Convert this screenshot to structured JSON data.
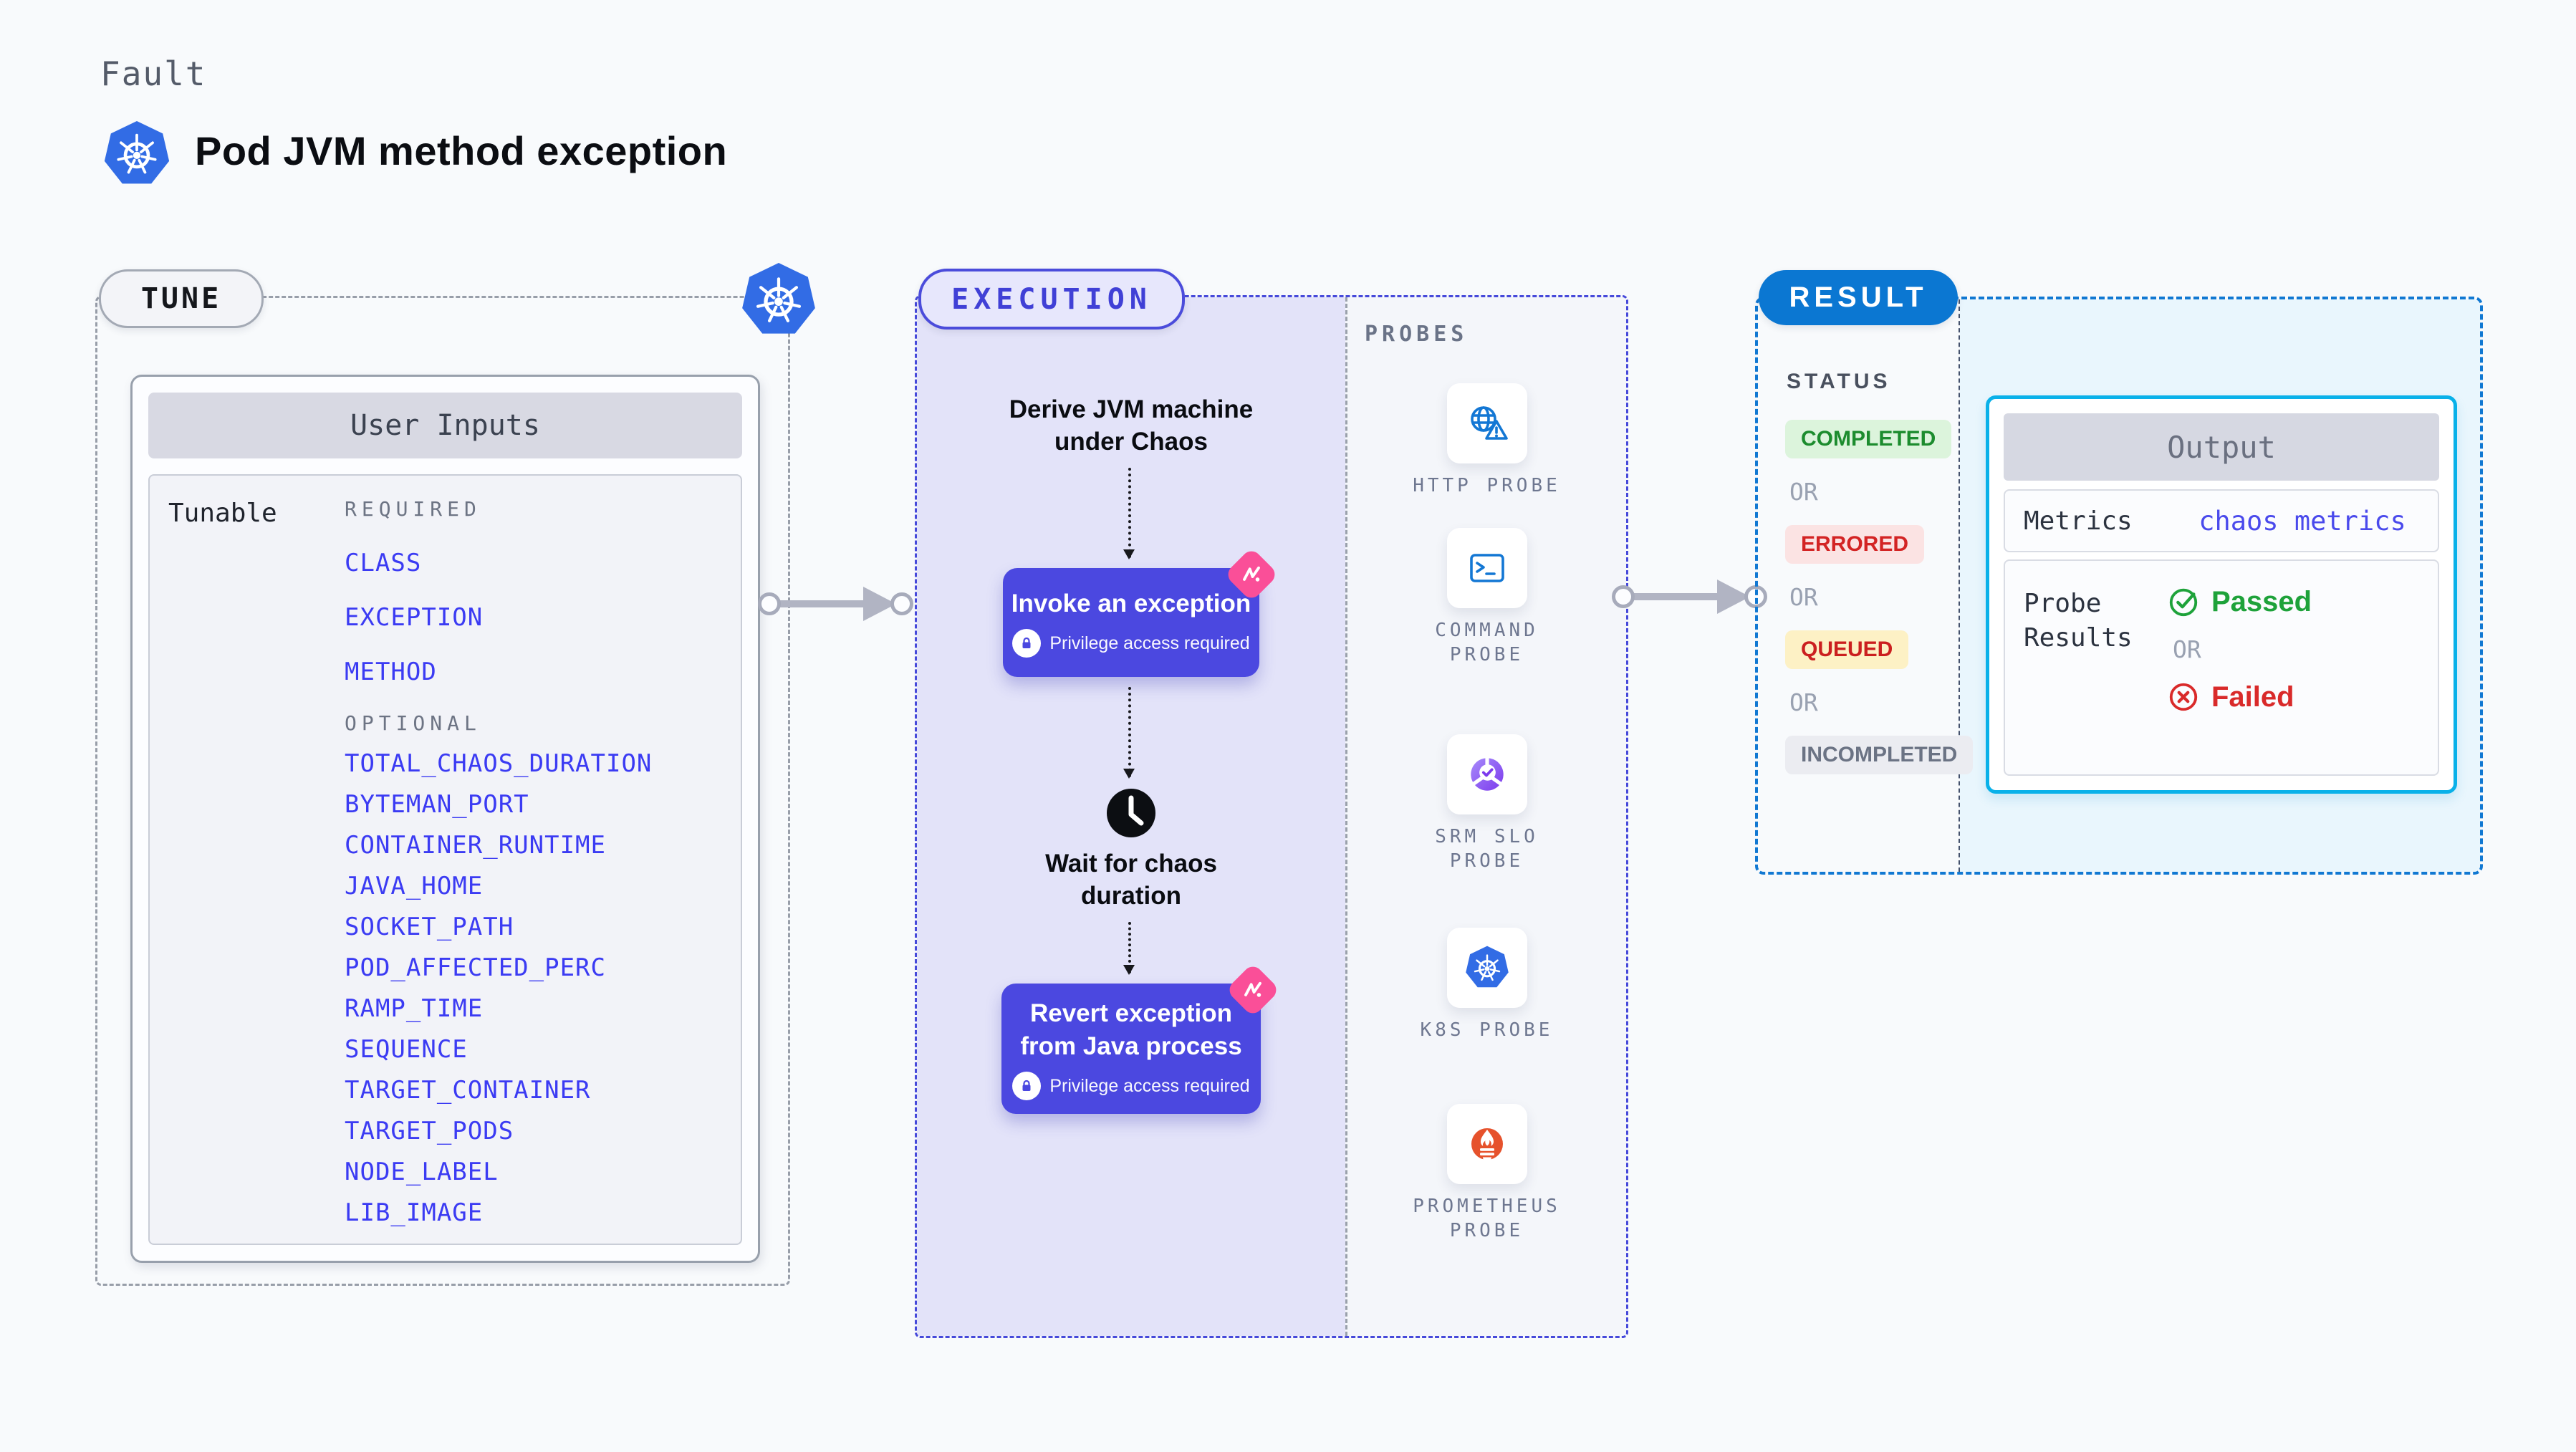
{
  "header": {
    "kicker": "Fault",
    "title": "Pod JVM method exception",
    "icon": "kubernetes-icon"
  },
  "tune": {
    "label": "TUNE",
    "corner_icon": "kubernetes-icon",
    "card": {
      "title": "User Inputs",
      "row_label": "Tunable",
      "required_heading": "REQUIRED",
      "required_items": [
        "CLASS",
        "EXCEPTION",
        "METHOD"
      ],
      "optional_heading": "OPTIONAL",
      "optional_items": [
        "TOTAL_CHAOS_DURATION",
        "BYTEMAN_PORT",
        "CONTAINER_RUNTIME",
        "JAVA_HOME",
        "SOCKET_PATH",
        "POD_AFFECTED_PERC",
        "RAMP_TIME",
        "SEQUENCE",
        "TARGET_CONTAINER",
        "TARGET_PODS",
        "NODE_LABEL",
        "LIB_IMAGE"
      ]
    }
  },
  "execution": {
    "label": "EXECUTION",
    "derive_step": "Derive JVM machine\nunder Chaos",
    "invoke_step": {
      "title": "Invoke an exception",
      "note": "Privilege access required",
      "icons": [
        "lock-icon",
        "chaos-badge-icon"
      ]
    },
    "wait_step": {
      "icon": "clock-icon",
      "text": "Wait for chaos\nduration"
    },
    "revert_step": {
      "title": "Revert exception\nfrom Java process",
      "note": "Privilege access required"
    }
  },
  "probes": {
    "label": "PROBES",
    "items": [
      {
        "label": "HTTP PROBE",
        "icon": "http-probe-icon"
      },
      {
        "label": "COMMAND\nPROBE",
        "icon": "command-probe-icon"
      },
      {
        "label": "SRM SLO\nPROBE",
        "icon": "srm-slo-probe-icon"
      },
      {
        "label": "K8S PROBE",
        "icon": "k8s-probe-icon"
      },
      {
        "label": "PROMETHEUS\nPROBE",
        "icon": "prometheus-probe-icon"
      }
    ]
  },
  "result": {
    "label": "RESULT",
    "status_heading": "STATUS",
    "or_label": "OR",
    "statuses": [
      {
        "text": "COMPLETED",
        "color": "green"
      },
      {
        "text": "ERRORED",
        "color": "red"
      },
      {
        "text": "QUEUED",
        "color": "yellow"
      },
      {
        "text": "INCOMPLETED",
        "color": "grey"
      }
    ],
    "output": {
      "title": "Output",
      "metrics_label": "Metrics",
      "metrics_value": "chaos metrics",
      "probe_results_label": "Probe\nResults",
      "passed": "Passed",
      "or": "OR",
      "failed": "Failed"
    }
  },
  "colors": {
    "accent_indigo": "#4b48e0",
    "accent_pink": "#fa4f98",
    "execution_border": "#4649da",
    "result_blue": "#0b77d2",
    "output_cyan": "#09b1e9",
    "param_blue": "#3b3bf3",
    "passed_green": "#1ea23a",
    "failed_red": "#d92a2a",
    "k8s_blue": "#326ce5",
    "prometheus_orange": "#e6522c"
  }
}
